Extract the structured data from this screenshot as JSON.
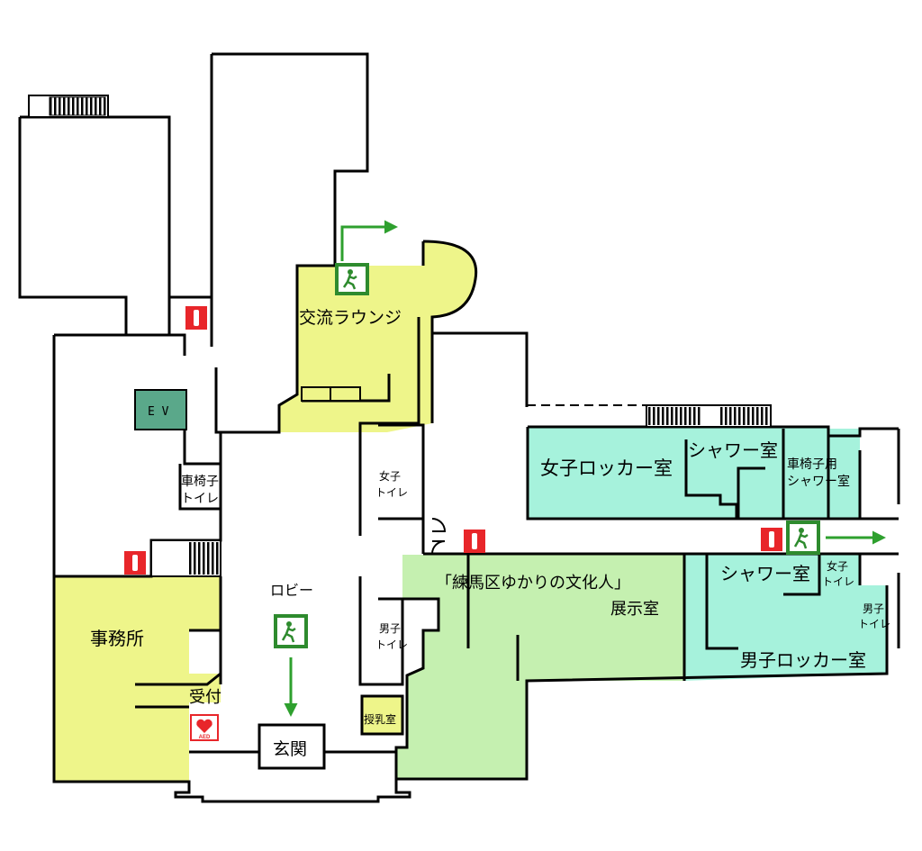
{
  "rooms": {
    "lounge": "交流ラウンジ",
    "ev": "E V",
    "wheelchair_toilet_1": "車椅子",
    "wheelchair_toilet_2": "トイレ",
    "womens_toilet_1": "女子",
    "womens_toilet_2": "トイレ",
    "womens_locker": "女子ロッカー室",
    "shower_top": "シャワー室",
    "wheelchair_shower_1": "車椅子用",
    "wheelchair_shower_2": "シャワー室",
    "lobby": "ロビー",
    "office": "事務所",
    "reception": "受付",
    "entrance": "玄関",
    "nursing": "授乳室",
    "mens_toilet_1": "男子",
    "mens_toilet_2": "トイレ",
    "exhibition_1": "「練馬区ゆかりの文化人」",
    "exhibition_2": "展示室",
    "shower_bottom": "シャワー室",
    "womens_toilet_right_1": "女子",
    "womens_toilet_right_2": "トイレ",
    "mens_toilet_right_1": "男子",
    "mens_toilet_right_2": "トイレ",
    "mens_locker": "男子ロッカー室",
    "aed": "AED"
  },
  "colors": {
    "yellow_area": "#EEF58A",
    "green_area": "#C5F0B0",
    "cyan_area": "#A6F2DC",
    "ev": "#5AA88A",
    "exit_sign": "#2E8B2E",
    "arrow": "#2EA02E",
    "extinguisher": "#E8262A"
  },
  "icons": [
    "emergency-exit-icon",
    "fire-extinguisher-icon",
    "aed-icon",
    "exit-arrow-icon"
  ]
}
